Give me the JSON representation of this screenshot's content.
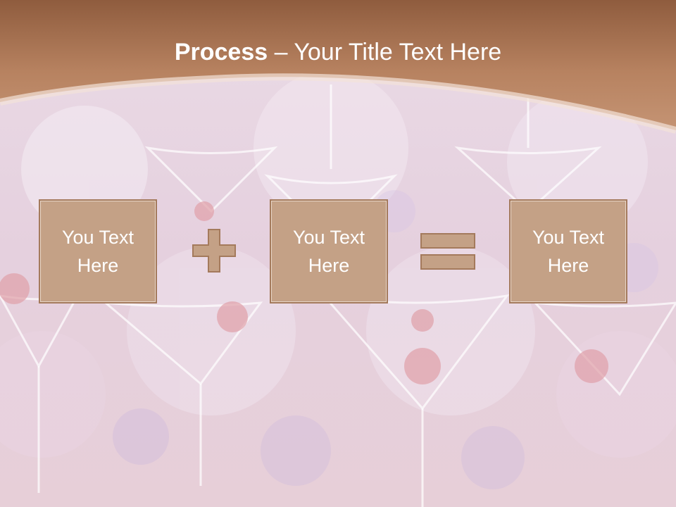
{
  "header": {
    "title_bold": "Process",
    "title_rest": " – Your Title Text Here"
  },
  "process": {
    "box1": "You Text Here",
    "box2": "You Text Here",
    "box3": "You Text Here",
    "operator1": "plus-icon",
    "operator2": "equals-icon"
  },
  "colors": {
    "header_brown": "#b98463",
    "box_fill": "#c4a186",
    "box_border": "#a47a5c",
    "text_white": "#ffffff"
  }
}
